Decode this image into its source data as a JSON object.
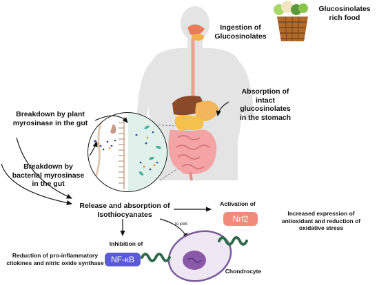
{
  "labels": {
    "ingestion": "Ingestion of\nGlucosinolates",
    "food": "Glucosinolates\nrich food",
    "absorption_stomach": "Absorption of\nintact\nglucosinolates\nin the stomach",
    "breakdown_plant": "Breakdown by plant\nmyrosinase in the gut",
    "breakdown_bacterial": "Breakdown by\nbacterial  myrosinase\nin the gut",
    "release": "Release and absorption of\nIsothiocyanates",
    "to_joint": "to joint",
    "activation": "Activation of",
    "increased": "Increased expression of\nantioxidant and reduction of\noxidative stress",
    "inhibition": "Inhibition of",
    "reduction": "Reduction of pro-inflammatory\ncitokines and nitric oxide synthase",
    "chondrocyte": "Chondrocyte"
  },
  "badges": {
    "nrf2": "Nrf2",
    "nfkb": "NF-κB"
  },
  "colors": {
    "nrf2_badge": "#f28a7b",
    "nfkb_badge": "#5b5bd6",
    "chondrocyte_fill": "#efe8f4",
    "chondrocyte_border": "#7a5a9c",
    "nucleus": "#8a5aa8",
    "dna_strand": "#2f6b4b",
    "body_silhouette": "#e4e4e4"
  }
}
